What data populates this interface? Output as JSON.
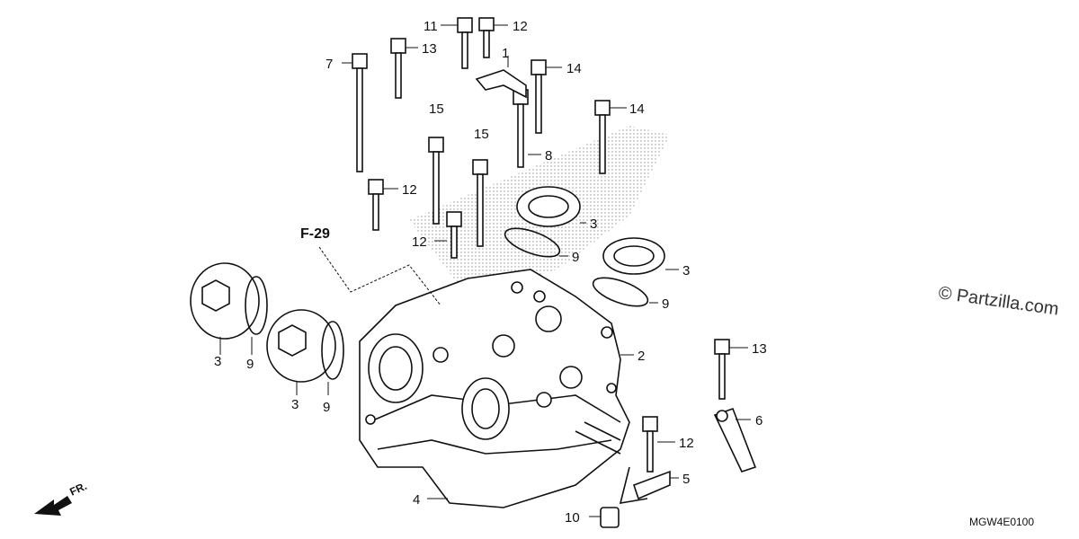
{
  "diagram": {
    "ref_label": "F-29",
    "front_label": "FR.",
    "watermark": "© Partzilla.com",
    "code": "MGW4E0100",
    "callouts": {
      "c1": "1",
      "c2": "2",
      "c3a": "3",
      "c3b": "3",
      "c3c": "3",
      "c3d": "3",
      "c4": "4",
      "c5": "5",
      "c6": "6",
      "c7": "7",
      "c8": "8",
      "c9a": "9",
      "c9b": "9",
      "c9c": "9",
      "c9d": "9",
      "c10": "10",
      "c11": "11",
      "c12a": "12",
      "c12b": "12",
      "c12c": "12",
      "c12d": "12",
      "c13a": "13",
      "c13b": "13",
      "c14a": "14",
      "c14b": "14",
      "c15a": "15",
      "c15b": "15"
    }
  }
}
